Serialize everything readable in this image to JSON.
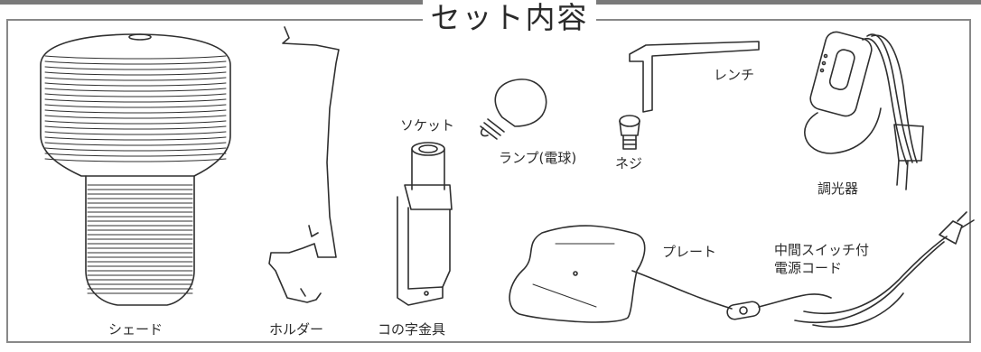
{
  "title": "セット内容",
  "parts": {
    "shade": "シェード",
    "holder": "ホルダー",
    "bracket": "コの字金具",
    "socket": "ソケット",
    "bulb": "ランプ(電球)",
    "screw": "ネジ",
    "wrench": "レンチ",
    "dimmer": "調光器",
    "plate": "プレート",
    "cord_line1": "中間スイッチ付",
    "cord_line2": "電源コード"
  },
  "colors": {
    "frame": "#888888",
    "topbar": "#7a7a7a",
    "ink": "#2a2a2a"
  }
}
